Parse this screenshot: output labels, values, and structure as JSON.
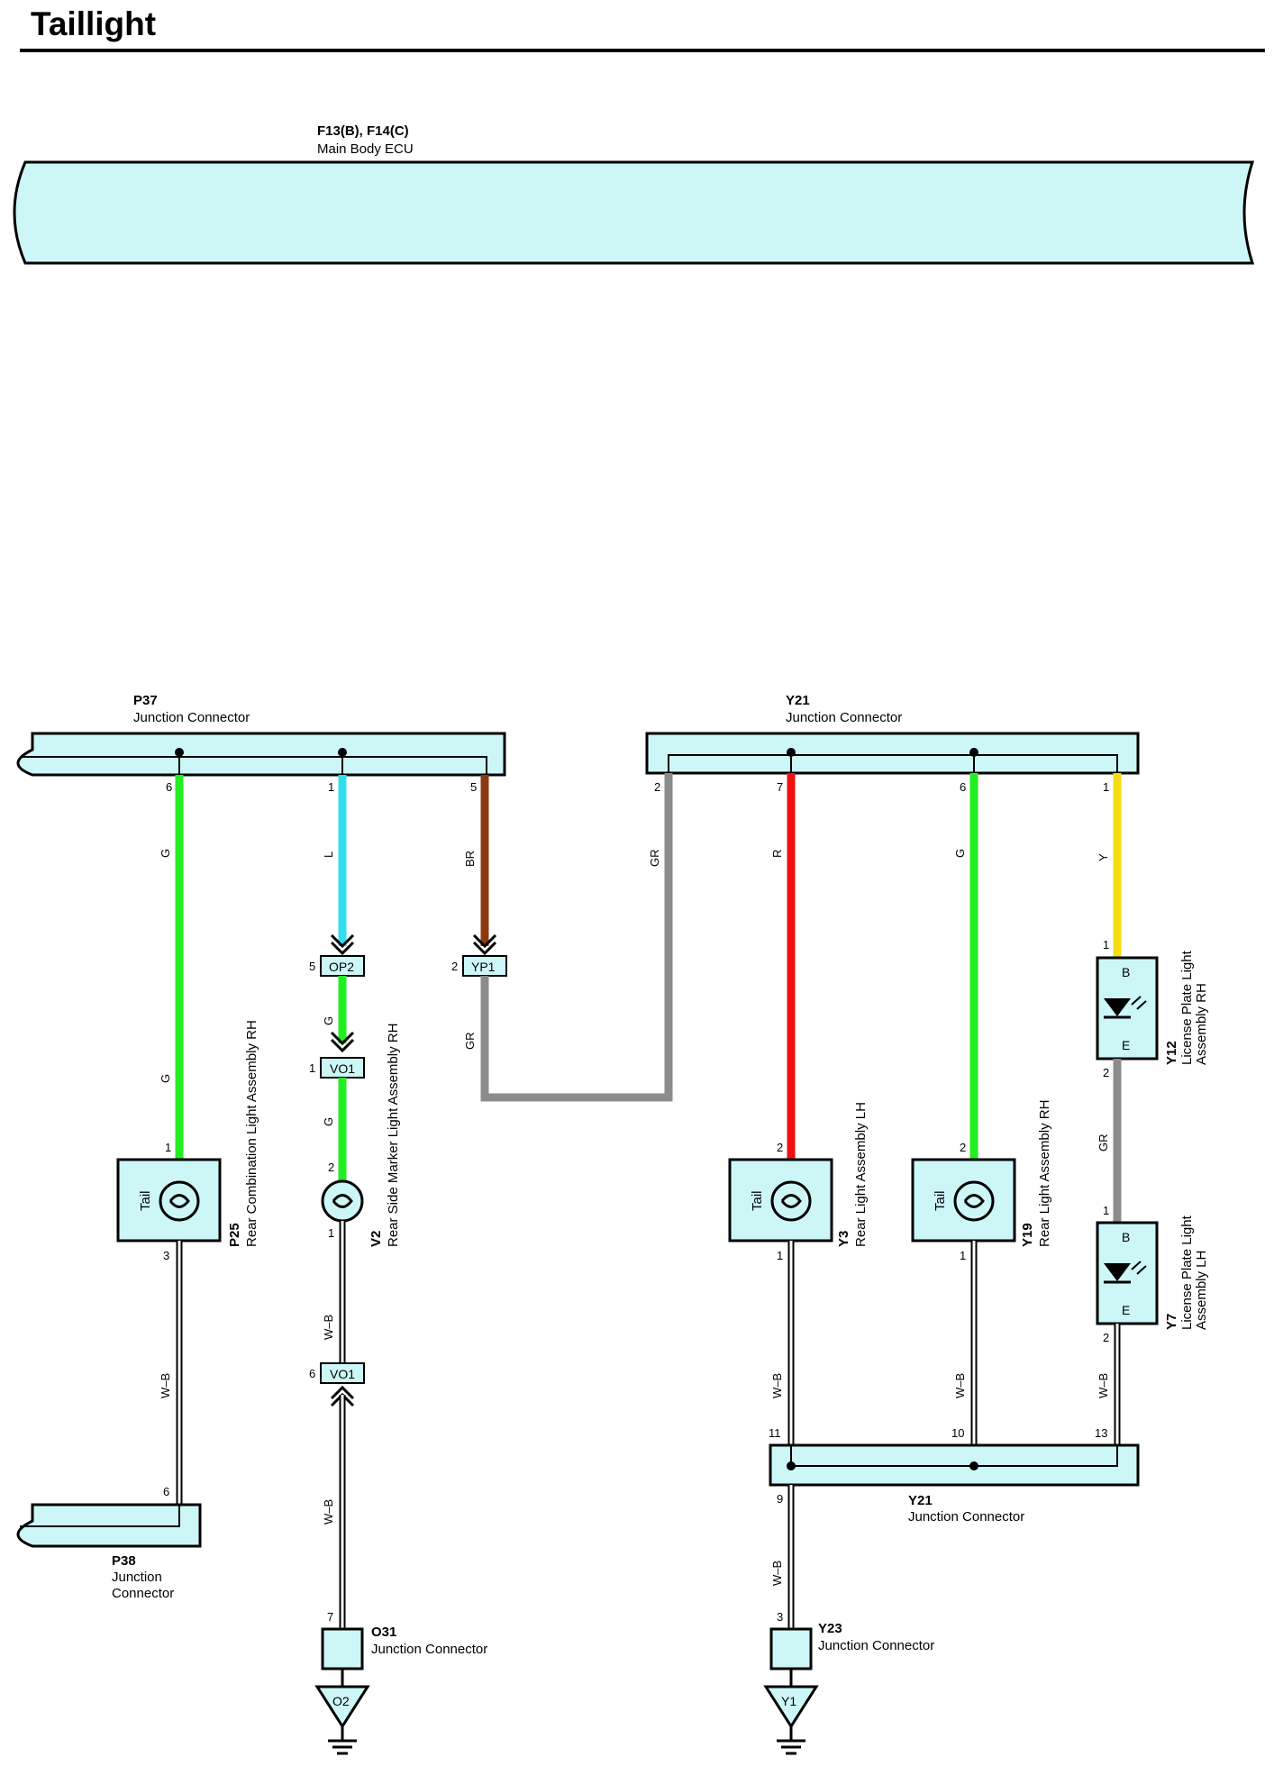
{
  "title": "Taillight",
  "colors": {
    "G": "#22ee22",
    "L": "#33ddee",
    "BR": "#8b3a10",
    "GR": "#8c8c8c",
    "R": "#ee1111",
    "Y": "#f5dd11",
    "connector_fill": "#cdf7f7"
  },
  "ecu": {
    "ref": "F13(B), F14(C)",
    "name": "Main Body ECU"
  },
  "p37": {
    "ref": "P37",
    "name": "Junction Connector",
    "pin_g": "6",
    "pin_l": "1",
    "pin_br": "5"
  },
  "y21_top": {
    "ref": "Y21",
    "name": "Junction Connector",
    "pin_gr": "2",
    "pin_r": "7",
    "pin_g": "6",
    "pin_y": "1"
  },
  "y21_bottom": {
    "ref": "Y21",
    "name": "Junction Connector",
    "pin_11": "11",
    "pin_10": "10",
    "pin_13": "13",
    "pin_9": "9"
  },
  "p38": {
    "ref": "P38",
    "name_line1": "Junction",
    "name_line2": "Connector",
    "pin": "6"
  },
  "o31": {
    "ref": "O31",
    "name": "Junction Connector",
    "pin": "7"
  },
  "y23": {
    "ref": "Y23",
    "name": "Junction Connector",
    "pin": "3"
  },
  "p25": {
    "ref": "P25",
    "name": "Rear Combination Light Assembly RH",
    "lamp": "Tail",
    "pin_in": "1",
    "pin_out": "3"
  },
  "v2": {
    "ref": "V2",
    "name": "Rear Side Marker Light Assembly RH",
    "pin_in": "2",
    "pin_out": "1"
  },
  "y3": {
    "ref": "Y3",
    "name": "Rear Light Assembly LH",
    "lamp": "Tail",
    "pin_in": "2",
    "pin_out": "1"
  },
  "y19": {
    "ref": "Y19",
    "name": "Rear Light Assembly RH",
    "lamp": "Tail",
    "pin_in": "2",
    "pin_out": "1"
  },
  "y12": {
    "ref": "Y12",
    "name_line1": "License Plate Light",
    "name_line2": "Assembly RH",
    "term_b": "B",
    "term_e": "E",
    "pin_in": "1",
    "pin_out": "2"
  },
  "y7": {
    "ref": "Y7",
    "name_line1": "License Plate Light",
    "name_line2": "Assembly LH",
    "term_b": "B",
    "term_e": "E",
    "pin_in": "1",
    "pin_out": "2"
  },
  "inline": {
    "op2": {
      "label": "OP2",
      "pin": "5"
    },
    "vo1_a": {
      "label": "VO1",
      "pin": "1"
    },
    "vo1_b": {
      "label": "VO1",
      "pin": "6"
    },
    "yp1": {
      "label": "YP1",
      "pin": "2"
    }
  },
  "grounds": {
    "o2": "O2",
    "y1": "Y1"
  },
  "wire_codes": {
    "g": "G",
    "l": "L",
    "br": "BR",
    "gr": "GR",
    "r": "R",
    "y": "Y",
    "wb": "W–B"
  }
}
